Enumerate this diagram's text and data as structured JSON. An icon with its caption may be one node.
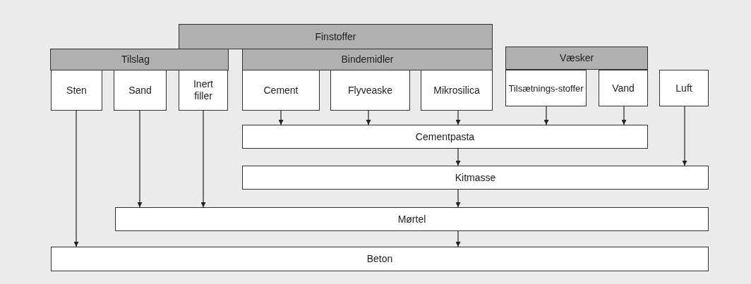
{
  "diagram": {
    "nodes": [
      {
        "text": [
          "Finstoffer"
        ]
      },
      {
        "text": [
          "Tilslag"
        ]
      },
      {
        "text": [
          "Bindemidler"
        ]
      },
      {
        "text": [
          "Væsker"
        ]
      },
      {
        "text": [
          "Sten"
        ]
      },
      {
        "text": [
          "Sand"
        ]
      },
      {
        "text": [
          "Inert filler"
        ]
      },
      {
        "text": [
          "Cement"
        ]
      },
      {
        "text": [
          "Flyveaske"
        ]
      },
      {
        "text": [
          "Mikrosilica"
        ]
      },
      {
        "text": [
          "Tilsætnings-stoffer"
        ]
      },
      {
        "text": [
          "Vand"
        ]
      },
      {
        "text": [
          "Luft"
        ]
      },
      {
        "text": [
          "Cementpasta"
        ]
      },
      {
        "text": [
          "Kitmasse"
        ]
      },
      {
        "text": [
          "Mørtel"
        ]
      },
      {
        "text": [
          "Beton"
        ]
      }
    ],
    "edges": [
      {
        "from": 7,
        "to": 13,
        "arrow": "to"
      },
      {
        "from": 8,
        "to": 13,
        "arrow": "to"
      },
      {
        "from": 9,
        "to": 13,
        "arrow": "to"
      },
      {
        "from": 10,
        "to": 13,
        "arrow": "to"
      },
      {
        "from": 11,
        "to": 13,
        "arrow": "to"
      },
      {
        "from": 13,
        "to": 14,
        "arrow": "to"
      },
      {
        "from": 12,
        "to": 14,
        "arrow": "to"
      },
      {
        "from": 14,
        "to": 15,
        "arrow": "to"
      },
      {
        "from": 5,
        "to": 15,
        "arrow": "to"
      },
      {
        "from": 6,
        "to": 15,
        "arrow": "to"
      },
      {
        "from": 15,
        "to": 16,
        "arrow": "to"
      },
      {
        "from": 4,
        "to": 16,
        "arrow": "to"
      }
    ]
  }
}
